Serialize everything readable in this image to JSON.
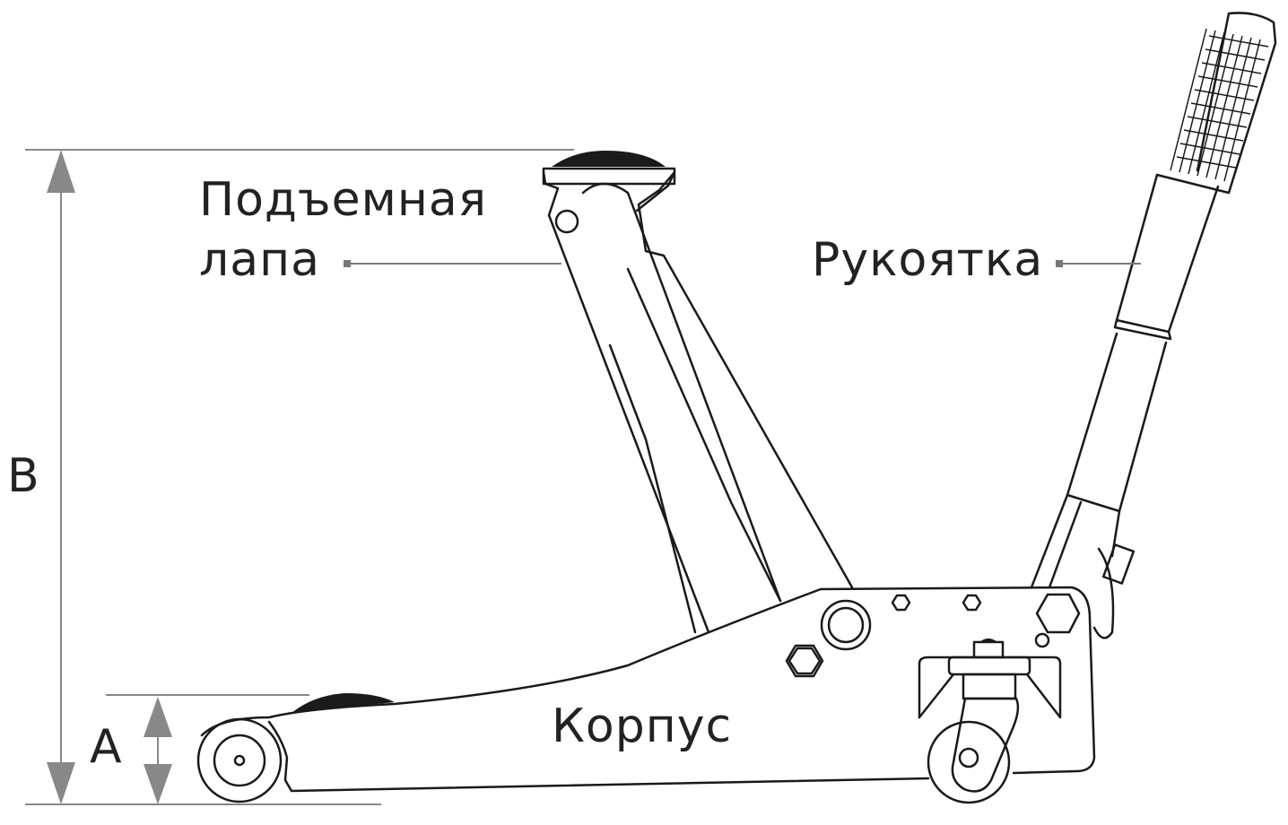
{
  "labels": {
    "lift_arm_line1": "Подъемная",
    "lift_arm_line2": "лапа",
    "handle": "Рукоятка",
    "body": "Корпус",
    "dim_a": "A",
    "dim_b": "B"
  },
  "colors": {
    "line": "#1a1a1a",
    "dimension": "#888888",
    "text": "#222222"
  }
}
